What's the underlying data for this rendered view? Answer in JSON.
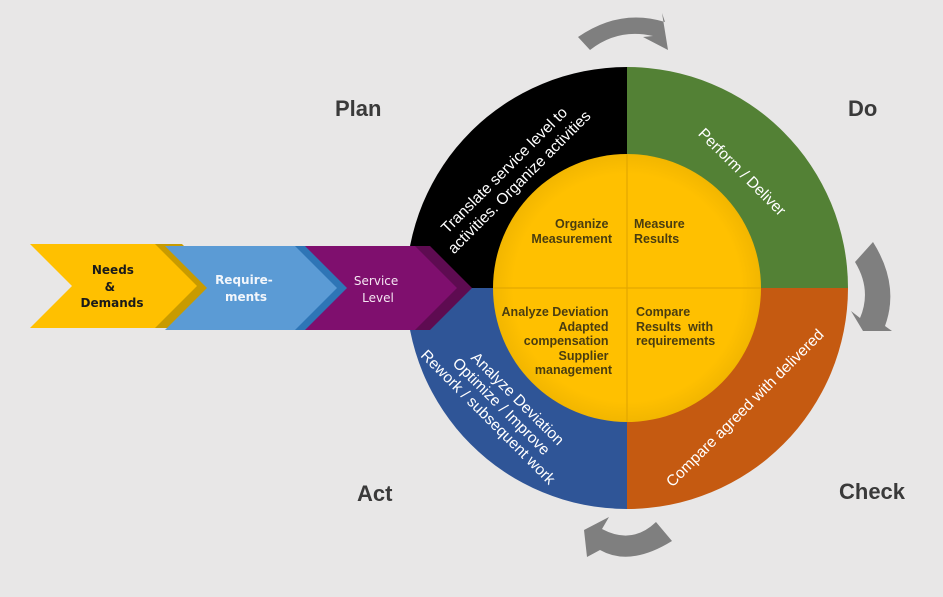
{
  "phases": {
    "plan": "Plan",
    "do": "Do",
    "check": "Check",
    "act": "Act"
  },
  "colors": {
    "background": "#e8e7e7",
    "plan": "#000000",
    "do": "#538135",
    "check": "#c55a11",
    "act": "#2f5597",
    "inner": "#ffc000",
    "arrow": "#7f7f7f",
    "needs": "#ffc000",
    "requirements": "#5b9bd5",
    "service": "#7f0f6e"
  },
  "chevrons": [
    {
      "lines": [
        "Needs",
        "&",
        "Demands"
      ]
    },
    {
      "lines": [
        "Require-",
        "ments"
      ]
    },
    {
      "lines": [
        "Service",
        "Level"
      ]
    }
  ],
  "outer_ring": {
    "plan": [
      "Translate service level to",
      "activities. Organize activities"
    ],
    "do": [
      "Perform / Deliver"
    ],
    "check": [
      "Compare agreed with delivered"
    ],
    "act": [
      "Analyze Deviation",
      "Optimize / Improve",
      "Rework / subsequent work"
    ]
  },
  "inner_circle": {
    "plan": [
      "Organize",
      "Measurement"
    ],
    "do": [
      "Measure",
      "Results"
    ],
    "check": [
      "Compare",
      "Results  with",
      "requirements"
    ],
    "act": [
      "Analyze Deviation",
      "Adapted",
      "compensation",
      "Supplier",
      "management"
    ]
  },
  "cycle_arrows": [
    "arrow-plan-to-do",
    "arrow-do-to-check",
    "arrow-check-to-act"
  ]
}
